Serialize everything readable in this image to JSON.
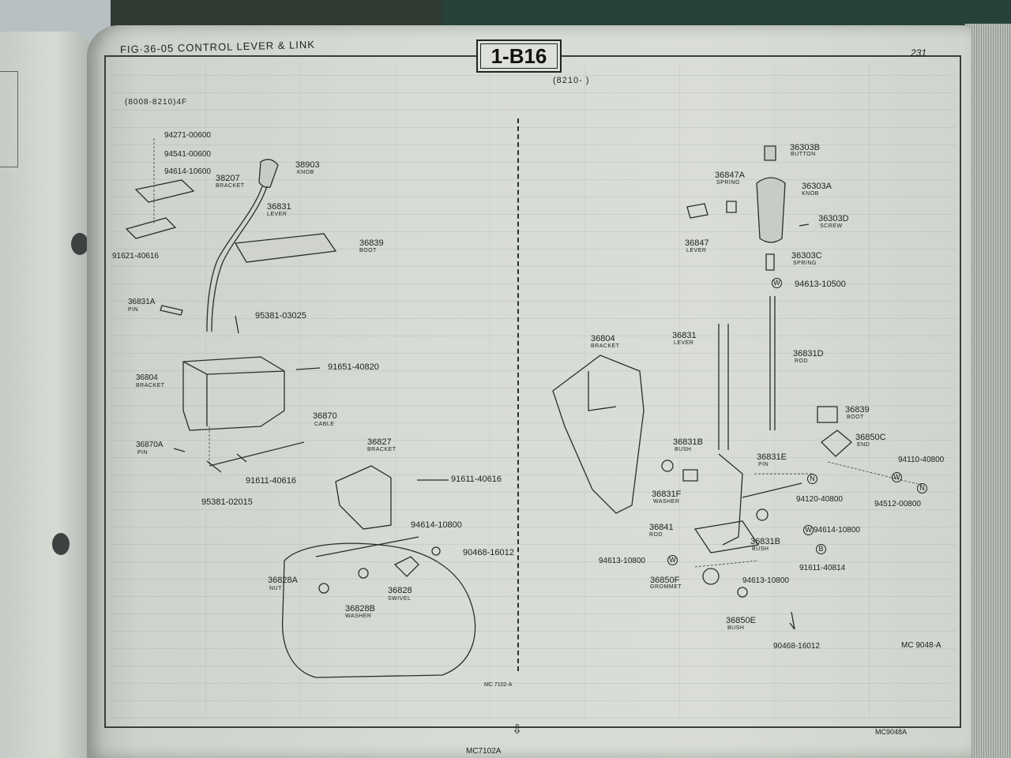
{
  "header": {
    "figure_title": "FIG·36-05 CONTROL LEVER & LINK",
    "left_applicability": "(8008-8210)4F",
    "right_applicability": "(8210-      )",
    "page_code": "1-B16",
    "page_number": "231"
  },
  "left_diagram": {
    "callouts": [
      {
        "pn": "94271-00600",
        "name": ""
      },
      {
        "pn": "94541-00600",
        "name": ""
      },
      {
        "pn": "94614-10600",
        "name": ""
      },
      {
        "pn": "38207",
        "name": "BRACKET"
      },
      {
        "pn": "91621-40616",
        "name": ""
      },
      {
        "pn": "38903",
        "name": "KNOB"
      },
      {
        "pn": "36831",
        "name": "LEVER"
      },
      {
        "pn": "36839",
        "name": "BOOT"
      },
      {
        "pn": "36831A",
        "name": "PIN"
      },
      {
        "pn": "95381-03025",
        "name": ""
      },
      {
        "pn": "36804",
        "name": "BRACKET"
      },
      {
        "pn": "91651-40820",
        "name": ""
      },
      {
        "pn": "36870",
        "name": "CABLE"
      },
      {
        "pn": "36870A",
        "name": "PIN"
      },
      {
        "pn": "36827",
        "name": "BRACKET"
      },
      {
        "pn": "91611-40616",
        "name": ""
      },
      {
        "pn": "91611-40616",
        "name": ""
      },
      {
        "pn": "95381-02015",
        "name": ""
      },
      {
        "pn": "94614-10800",
        "name": ""
      },
      {
        "pn": "90468-16012",
        "name": ""
      },
      {
        "pn": "36828A",
        "name": "NUT"
      },
      {
        "pn": "36828B",
        "name": "WASHER"
      },
      {
        "pn": "36828",
        "name": "SWIVEL"
      }
    ],
    "illustration_code": "MC 7102-A"
  },
  "right_diagram": {
    "callouts": [
      {
        "pn": "36303B",
        "name": "BUTTON"
      },
      {
        "pn": "36847A",
        "name": "SPRING"
      },
      {
        "pn": "36303A",
        "name": "KNOB"
      },
      {
        "pn": "36303D",
        "name": "SCREW"
      },
      {
        "pn": "36847",
        "name": "LEVER"
      },
      {
        "pn": "36303C",
        "name": "SPRING"
      },
      {
        "pn": "94613-10500",
        "name": ""
      },
      {
        "pn": "36804",
        "name": "BRACKET"
      },
      {
        "pn": "36831",
        "name": "LEVER"
      },
      {
        "pn": "36831D",
        "name": "ROD"
      },
      {
        "pn": "36839",
        "name": "BOOT"
      },
      {
        "pn": "36850C",
        "name": "END"
      },
      {
        "pn": "94110-40800",
        "name": ""
      },
      {
        "pn": "36831B",
        "name": "BUSH"
      },
      {
        "pn": "36831E",
        "name": "PIN"
      },
      {
        "pn": "94120-40800",
        "name": ""
      },
      {
        "pn": "94512-00800",
        "name": ""
      },
      {
        "pn": "36831F",
        "name": "WASHER"
      },
      {
        "pn": "36841",
        "name": "ROD"
      },
      {
        "pn": "94614-10800",
        "name": ""
      },
      {
        "pn": "36831B",
        "name": "BUSH"
      },
      {
        "pn": "94613-10800",
        "name": ""
      },
      {
        "pn": "91611-40814",
        "name": ""
      },
      {
        "pn": "36850F",
        "name": "GROMMET"
      },
      {
        "pn": "94613-10800",
        "name": ""
      },
      {
        "pn": "36850E",
        "name": "BUSH"
      },
      {
        "pn": "90468-16012",
        "name": ""
      }
    ],
    "illustration_code": "MC 9048-A"
  },
  "footer": {
    "left_code": "MC7102A",
    "right_code": "MC9048A"
  }
}
